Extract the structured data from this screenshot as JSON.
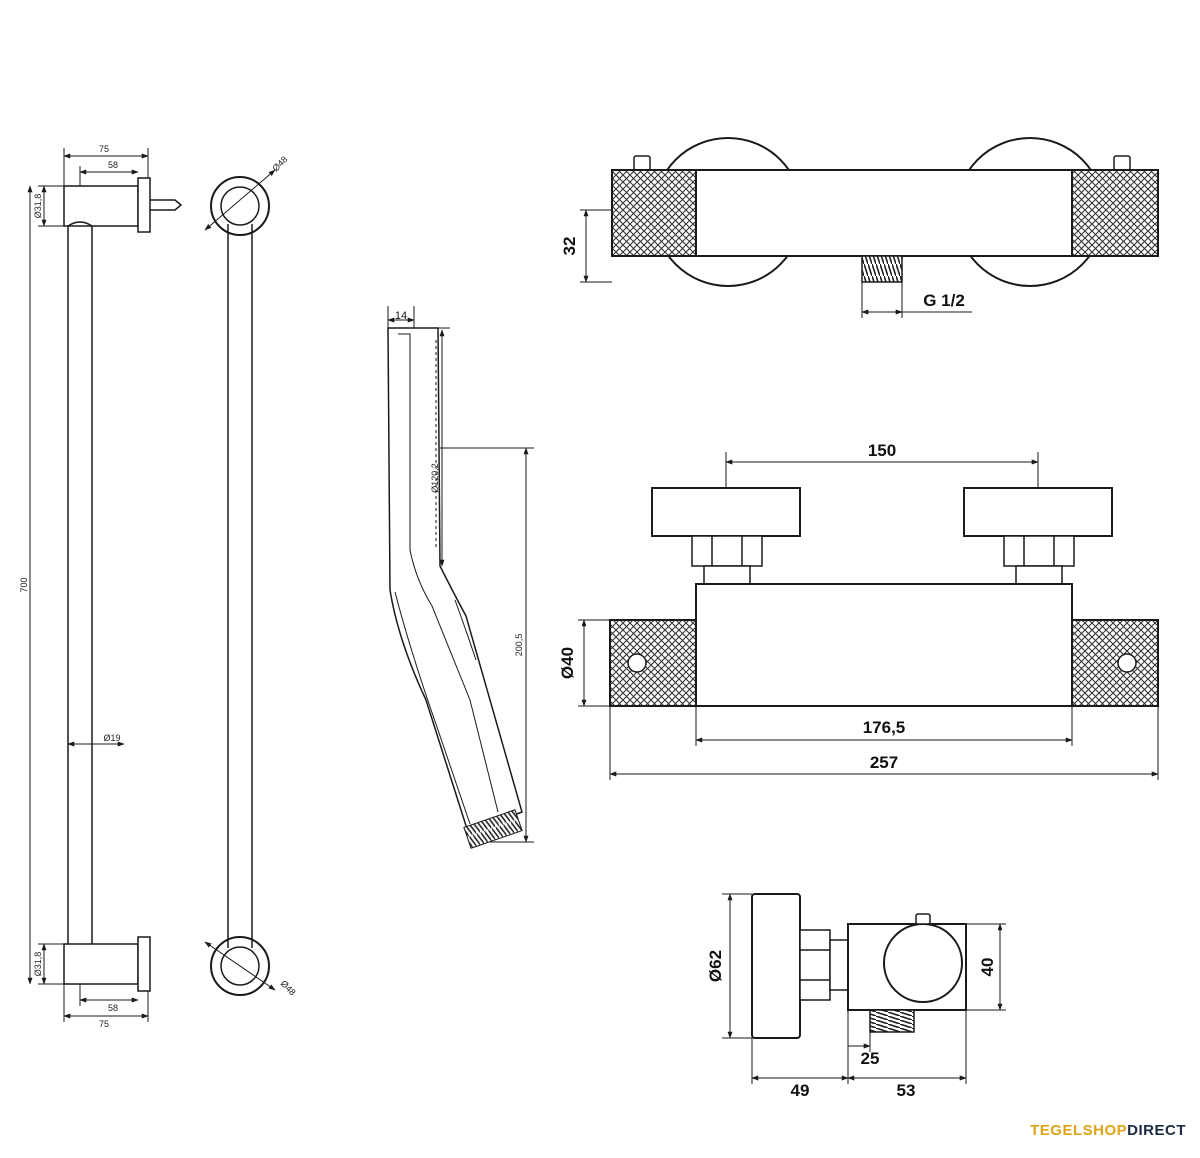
{
  "brand": {
    "part1": "TEGELSHOP",
    "part2": "DIRECT",
    "color1": "#e0a31a",
    "color2": "#1b2b44"
  },
  "rail": {
    "d75_top": "75",
    "d58_top": "58",
    "d318_top": "Ø31,8",
    "d318_bot": "Ø31,8",
    "len700": "700",
    "d19": "Ø19",
    "d58_bot": "58",
    "d75_bot": "75",
    "d48_top": "Ø48",
    "d48_bot": "Ø48"
  },
  "handshower": {
    "d14": "14",
    "d1202": "Ø120,2",
    "d2005": "200,5"
  },
  "mixer_top": {
    "d32": "32",
    "g12": "G 1/2"
  },
  "mixer_front": {
    "d150": "150",
    "d40": "Ø40",
    "d1765": "176,5",
    "d257": "257"
  },
  "mixer_side": {
    "d62": "Ø62",
    "d40": "40",
    "d25": "25",
    "d49": "49",
    "d53": "53"
  }
}
